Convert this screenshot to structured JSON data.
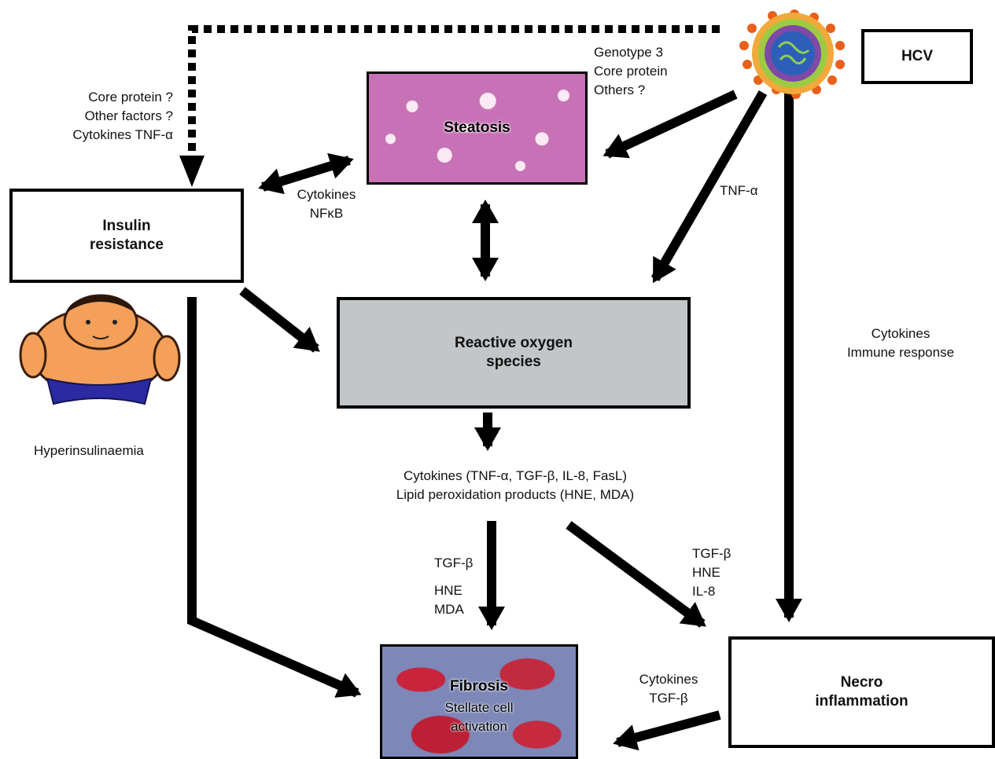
{
  "nodes": {
    "hcv": "HCV",
    "steatosis": "Steatosis",
    "insulin_resistance": "Insulin\nresistance",
    "ros": "Reactive oxygen\nspecies",
    "fibrosis": "Fibrosis",
    "fibrosis_sub": "Stellate cell\nactivation",
    "necro": "Necro\ninflammation"
  },
  "labels": {
    "hcv_to_ir": "Core protein ?\nOther factors ?\nCytokines TNF-α",
    "hcv_to_steatosis": "Genotype 3\nCore protein\nOthers ?",
    "ir_steatosis": "Cytokines\nNFκB",
    "tnf": "TNF-α",
    "cytokines_immune": "Cytokines\nImmune response",
    "hyperinsulinaemia": "Hyperinsulinaemia",
    "ros_products": "Cytokines (TNF-α, TGF-β, IL-8, FasL)\nLipid peroxidation products (HNE, MDA)",
    "to_fibrosis_tgf": "TGF-β",
    "to_fibrosis_hne": "HNE\nMDA",
    "to_necro": "TGF-β\nHNE\nIL-8",
    "necro_to_fibrosis": "Cytokines\nTGF-β"
  },
  "colors": {
    "ros_fill": "#c3c6c8",
    "arrow": "#000000"
  },
  "icons": [
    "virus-icon",
    "sumo-wrestler-icon"
  ]
}
